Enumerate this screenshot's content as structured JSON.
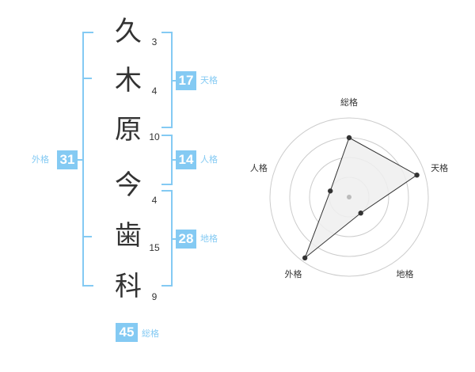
{
  "name": {
    "chars": [
      "久",
      "木",
      "原",
      "今",
      "歯",
      "科"
    ],
    "strokes": [
      "3",
      "4",
      "10",
      "4",
      "15",
      "9"
    ]
  },
  "scores": {
    "tenkaku": {
      "value": "17",
      "label": "天格"
    },
    "jinkaku": {
      "value": "14",
      "label": "人格"
    },
    "chikaku": {
      "value": "28",
      "label": "地格"
    },
    "gaikaku": {
      "value": "31",
      "label": "外格"
    },
    "soukaku": {
      "value": "45",
      "label": "総格"
    }
  },
  "radar": {
    "axes": [
      "総格",
      "天格",
      "地格",
      "外格",
      "人格"
    ],
    "levels": 4,
    "values": [
      0.75,
      0.9,
      0.25,
      0.95,
      0.25
    ],
    "colors": {
      "accent": "#84caf3",
      "line": "#333333",
      "fill": "#eeeeee",
      "grid": "#cccccc"
    }
  }
}
